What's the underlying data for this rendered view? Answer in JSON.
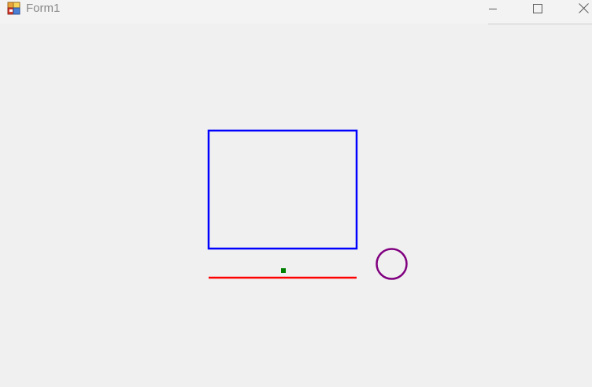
{
  "window": {
    "title": "Form1",
    "background": "#f0f0f0"
  },
  "titlebar": {
    "icon": "winforms-app-icon",
    "buttons": [
      {
        "name": "minimize",
        "icon": "minimize-icon"
      },
      {
        "name": "maximize",
        "icon": "maximize-icon"
      },
      {
        "name": "close",
        "icon": "close-icon"
      }
    ]
  },
  "canvas": {
    "shapes": [
      {
        "kind": "rectangle",
        "color": "#0000ff"
      },
      {
        "kind": "line",
        "color": "#ff0000"
      },
      {
        "kind": "point",
        "color": "#008000"
      },
      {
        "kind": "circle",
        "color": "#800080"
      }
    ]
  }
}
